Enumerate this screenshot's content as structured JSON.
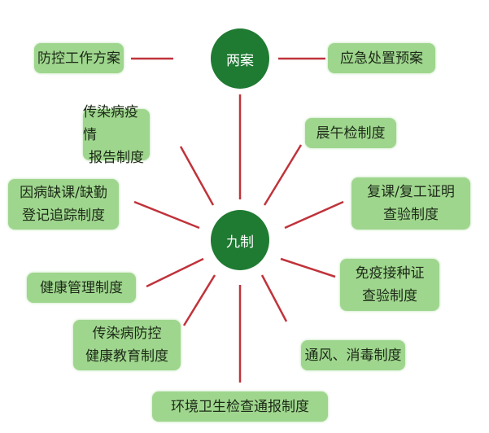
{
  "hubs": {
    "top": "两案",
    "center": "九制"
  },
  "plans": [
    "防控工作方案",
    "应急处置预案"
  ],
  "systems": [
    [
      "传染病疫情",
      "报告制度"
    ],
    [
      "晨午检制度"
    ],
    [
      "因病缺课/缺勤",
      "登记追踪制度"
    ],
    [
      "复课/复工证明",
      "查验制度"
    ],
    [
      "健康管理制度"
    ],
    [
      "免疫接种证",
      "查验制度"
    ],
    [
      "传染病防控",
      "健康教育制度"
    ],
    [
      "通风、消毒制度"
    ],
    [
      "环境卫生检查通报制度"
    ]
  ],
  "colors": {
    "hub": "#1f7a32",
    "box": "#9fd68e",
    "line": "#c0333b"
  }
}
